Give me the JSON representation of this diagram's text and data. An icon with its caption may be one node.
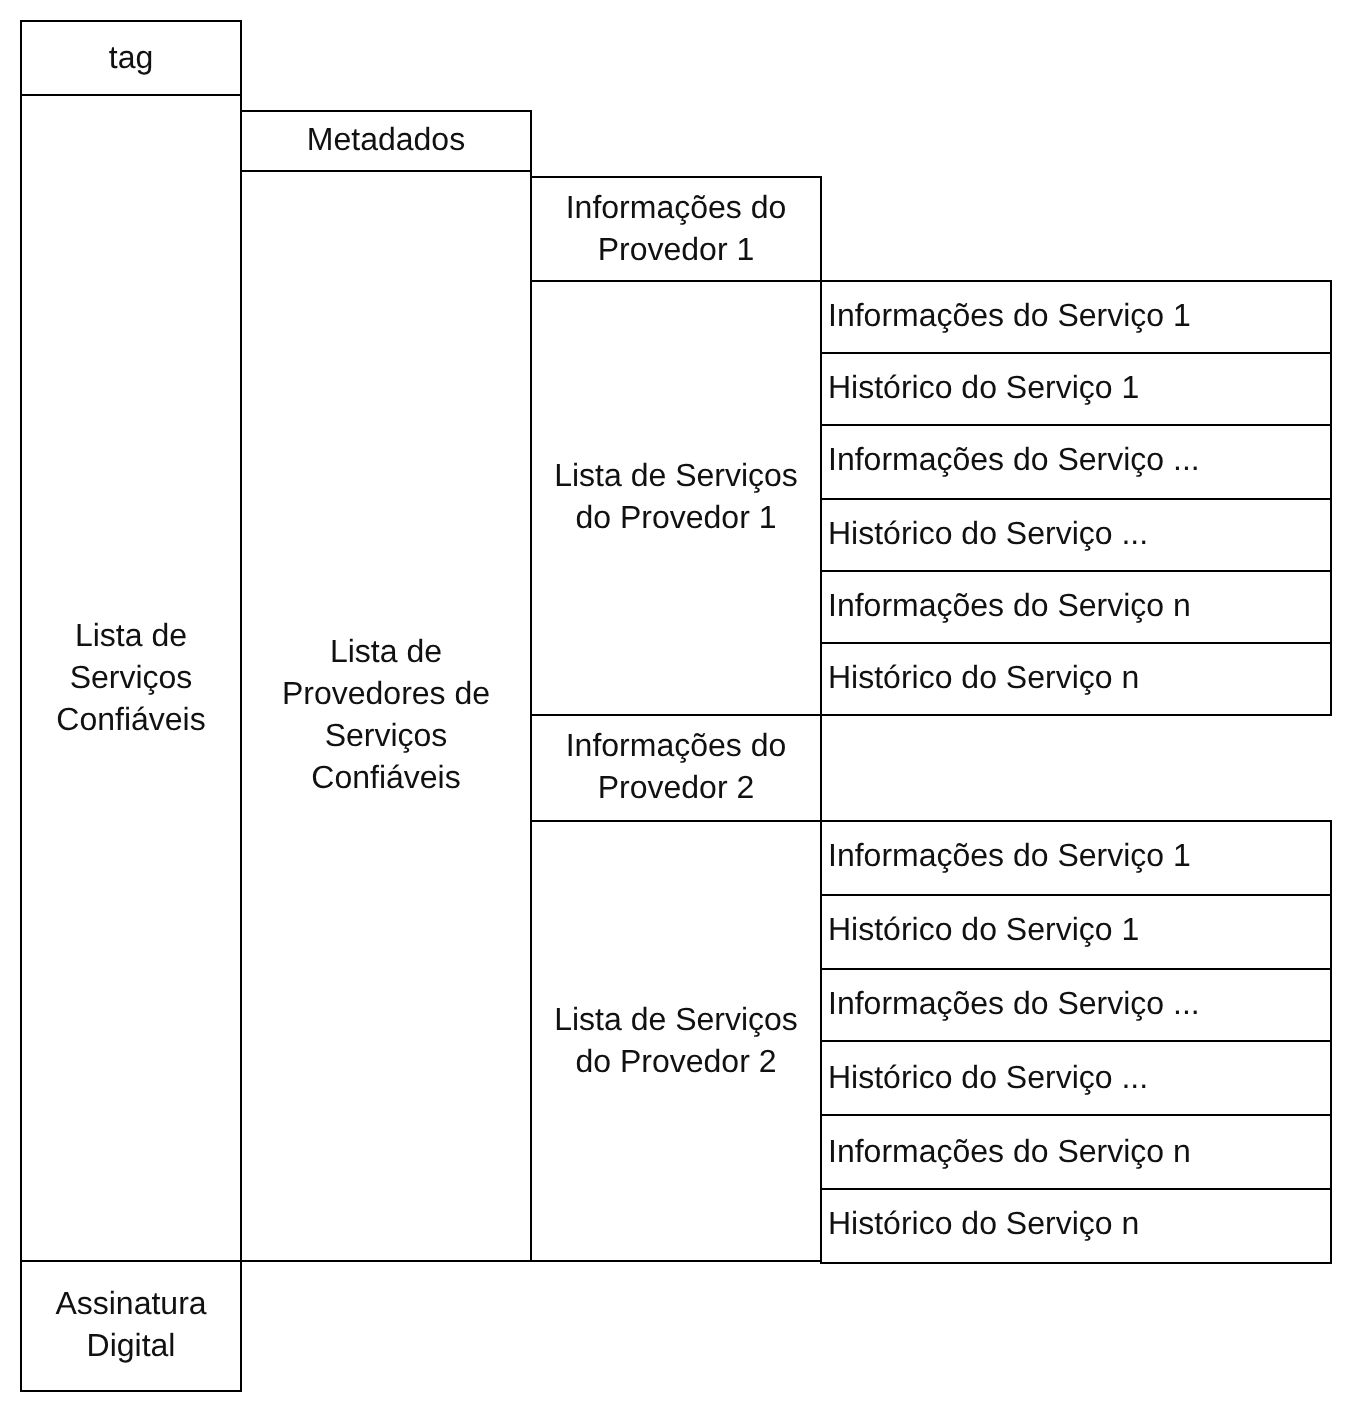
{
  "diagram": {
    "nodes": [
      {
        "text": [
          "tag"
        ]
      },
      {
        "text": [
          "Lista de Serviços Confiáveis"
        ]
      },
      {
        "text": [
          "Metadados"
        ]
      },
      {
        "text": [
          "Lista de Provedores de Serviços Confiáveis"
        ]
      },
      {
        "text": [
          "Informações do Provedor 1"
        ]
      },
      {
        "text": [
          "Lista de Serviços do Provedor 1"
        ]
      },
      {
        "text": [
          "Informações do Serviço 1"
        ]
      },
      {
        "text": [
          "Histórico do Serviço 1"
        ]
      },
      {
        "text": [
          "Informações do Serviço ..."
        ]
      },
      {
        "text": [
          "Histórico do Serviço ..."
        ]
      },
      {
        "text": [
          "Informações do Serviço n"
        ]
      },
      {
        "text": [
          "Histórico do Serviço n"
        ]
      },
      {
        "text": [
          "Informações do Provedor 2"
        ]
      },
      {
        "text": [
          "Lista de Serviços do Provedor 2"
        ]
      },
      {
        "text": [
          "Informações do Serviço 1"
        ]
      },
      {
        "text": [
          "Histórico do Serviço 1"
        ]
      },
      {
        "text": [
          "Informações do Serviço ..."
        ]
      },
      {
        "text": [
          "Histórico do Serviço ..."
        ]
      },
      {
        "text": [
          "Informações do Serviço n"
        ]
      },
      {
        "text": [
          "Histórico do Serviço n"
        ]
      },
      {
        "text": [
          "Assinatura Digital"
        ]
      }
    ]
  }
}
